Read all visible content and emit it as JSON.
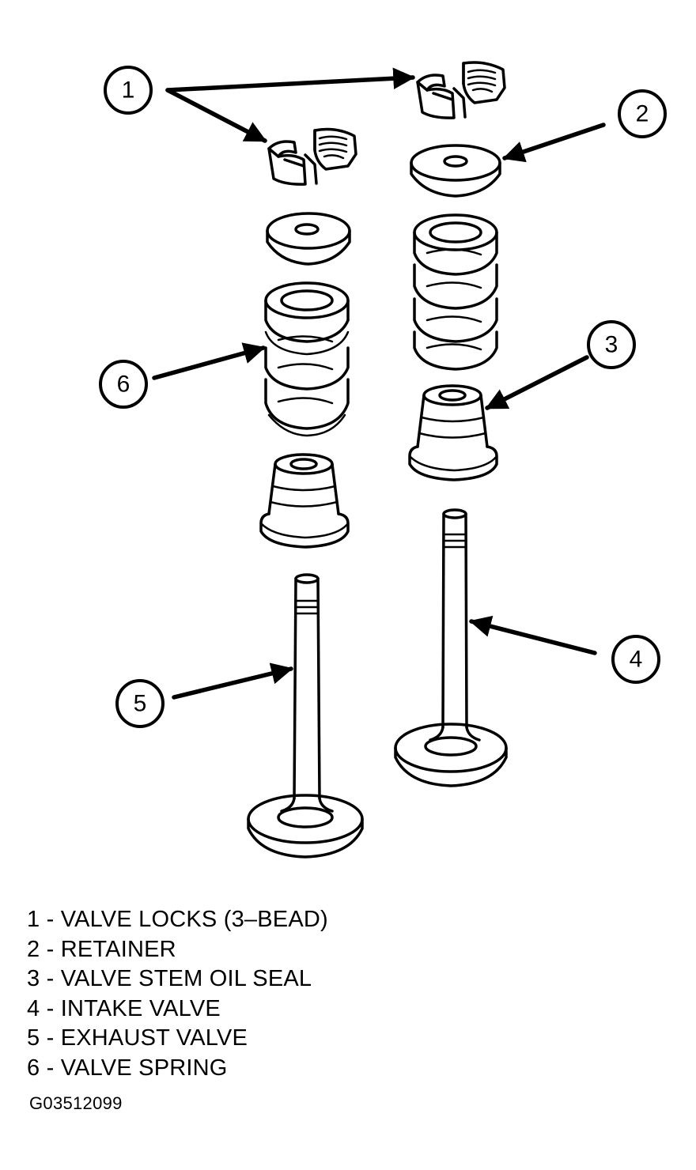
{
  "callouts": [
    "1",
    "2",
    "3",
    "4",
    "5",
    "6"
  ],
  "legend": [
    "1 - VALVE LOCKS (3–BEAD)",
    "2 - RETAINER",
    "3 - VALVE STEM OIL SEAL",
    "4 - INTAKE VALVE",
    "5 - EXHAUST VALVE",
    "6 - VALVE SPRING"
  ],
  "figure_code": "G03512099"
}
